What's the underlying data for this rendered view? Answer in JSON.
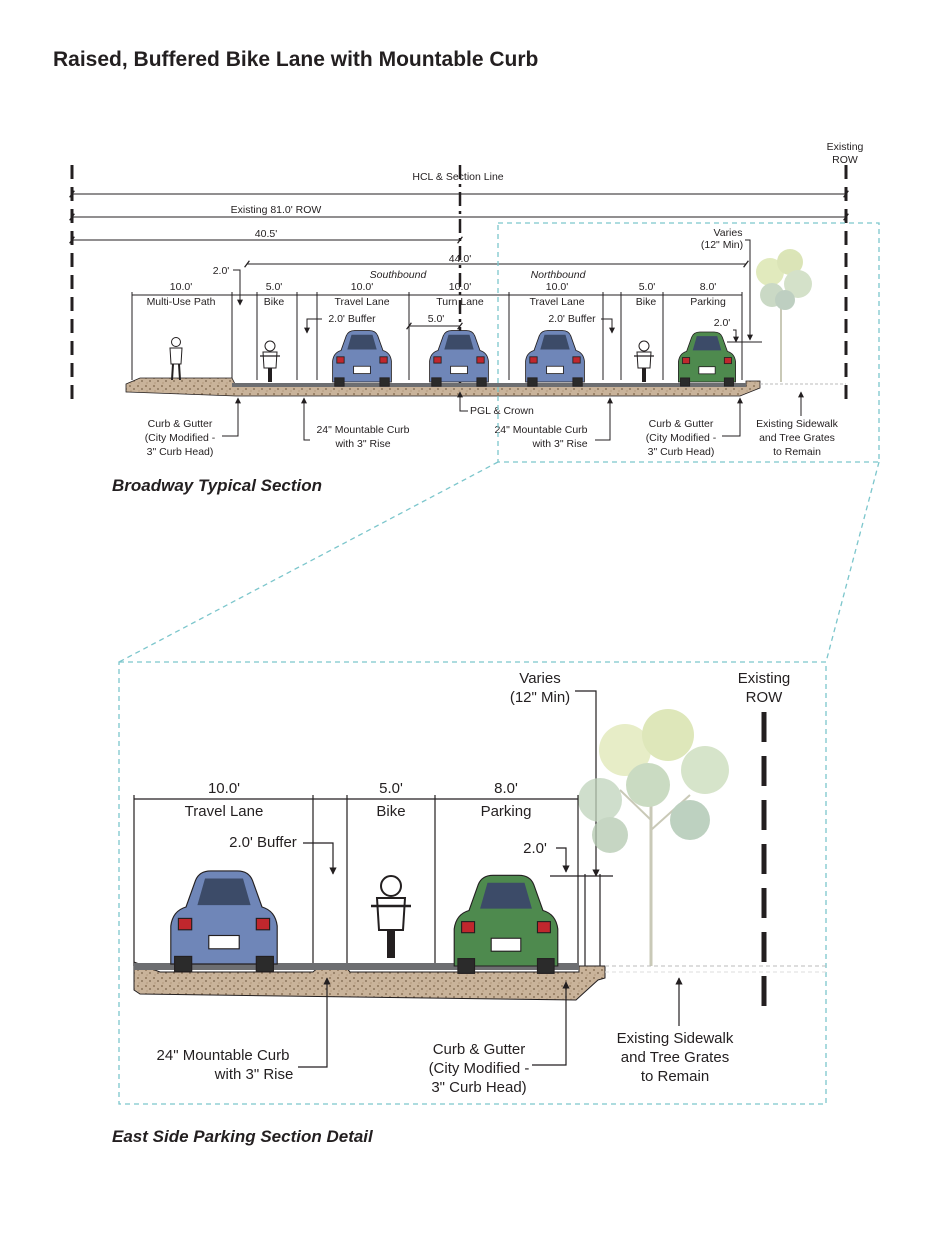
{
  "title": "Raised, Buffered Bike Lane with Mountable Curb",
  "top_section": {
    "caption": "Broadway Typical Section",
    "existing_row": [
      "Existing",
      "ROW"
    ],
    "hcl": "HCL & Section Line",
    "existing_row_width": "Existing 81.0' ROW",
    "half_width": "40.5'",
    "curb_to_curb": "44.0'",
    "varies": [
      "Varies",
      "(12\" Min)"
    ],
    "two_ft_left": "2.0'",
    "two_ft_right": "2.0'",
    "southbound": "Southbound",
    "northbound": "Northbound",
    "five_ft_turn": "5.0'",
    "lanes": [
      {
        "dim": "10.0'",
        "label": "Multi-Use Path"
      },
      {
        "dim": "5.0'",
        "label": "Bike"
      },
      {
        "dim": "10.0'",
        "label": "Travel Lane"
      },
      {
        "dim": "10.0'",
        "label": "Turn Lane"
      },
      {
        "dim": "10.0'",
        "label": "Travel Lane"
      },
      {
        "dim": "5.0'",
        "label": "Bike"
      },
      {
        "dim": "8.0'",
        "label": "Parking"
      }
    ],
    "buffer_left": "2.0' Buffer",
    "buffer_right": "2.0' Buffer",
    "pgl": "PGL & Crown",
    "curb_gutter_left": [
      "Curb & Gutter",
      "(City Modified -",
      "3\" Curb Head)"
    ],
    "mountable_left": [
      "24\" Mountable Curb",
      "with 3\" Rise"
    ],
    "mountable_right": [
      "24\" Mountable Curb",
      "with 3\" Rise"
    ],
    "curb_gutter_right": [
      "Curb & Gutter",
      "(City Modified -",
      "3\" Curb Head)"
    ],
    "sidewalk": [
      "Existing Sidewalk",
      "and Tree Grates",
      "to Remain"
    ]
  },
  "detail_section": {
    "caption": "East Side Parking Section Detail",
    "varies": [
      "Varies",
      "(12\" Min)"
    ],
    "existing_row": [
      "Existing",
      "ROW"
    ],
    "lanes": [
      {
        "dim": "10.0'",
        "label": "Travel Lane"
      },
      {
        "dim": "5.0'",
        "label": "Bike"
      },
      {
        "dim": "8.0'",
        "label": "Parking"
      }
    ],
    "buffer": "2.0' Buffer",
    "two_ft": "2.0'",
    "mountable": [
      "24\" Mountable Curb",
      "with 3\" Rise"
    ],
    "curb_gutter": [
      "Curb & Gutter",
      "(City Modified -",
      "3\" Curb Head)"
    ],
    "sidewalk": [
      "Existing Sidewalk",
      "and Tree Grates",
      "to Remain"
    ]
  },
  "colors": {
    "blue_car": "#6f86b8",
    "green_car": "#4e8a4e",
    "callout_border": "#7cc6cc",
    "ground": "#c9b39a"
  }
}
